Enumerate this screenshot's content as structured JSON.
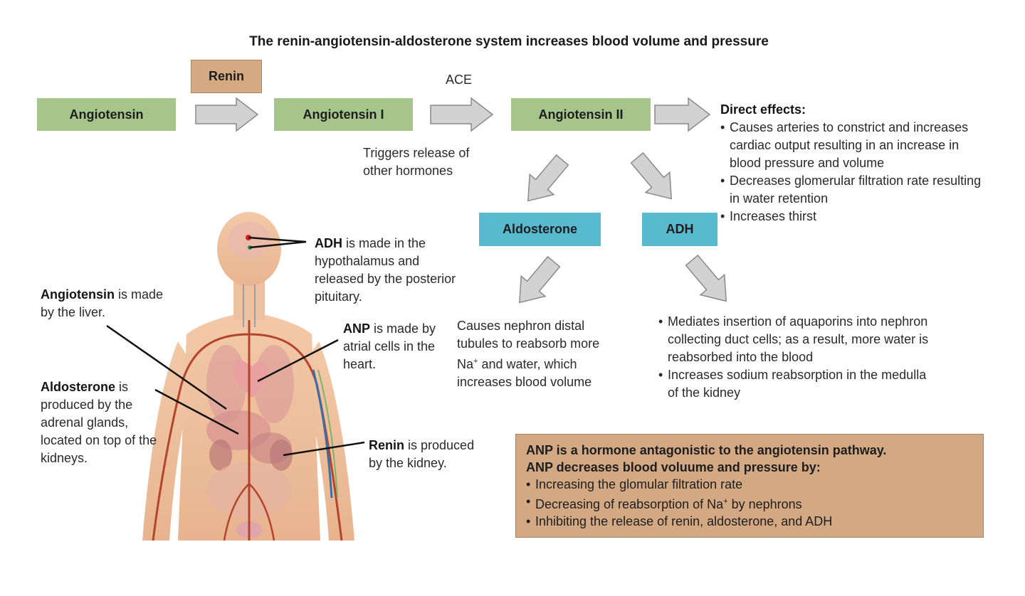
{
  "title": "The renin-angiotensin-aldosterone system increases blood volume and pressure",
  "pathway": {
    "angiotensin": "Angiotensin",
    "renin": "Renin",
    "angiotensin_i": "Angiotensin I",
    "ace": "ACE",
    "angiotensin_ii": "Angiotensin II",
    "triggers": [
      "Triggers release of",
      "other hormones"
    ],
    "aldosterone": "Aldosterone",
    "adh": "ADH"
  },
  "direct_effects": {
    "heading": "Direct effects:",
    "items": [
      "Causes arteries to constrict and increases cardiac output resulting in an increase in blood pressure and volume",
      "Decreases glomerular filtration rate resulting in water retention",
      "Increases thirst"
    ]
  },
  "aldosterone_effect": [
    "Causes nephron distal",
    "tubules to reabsorb more",
    "Na",
    "+",
    " and water, which",
    "increases blood volume"
  ],
  "adh_effects": [
    "Mediates insertion of aquaporins into nephron collecting duct cells; as a result, more water is reabsorbed into the blood",
    "Increases sodium reabsorption in the medulla of the kidney"
  ],
  "body_labels": {
    "adh": {
      "bold": "ADH",
      "rest": " is made in the hypothalamus and released by the posterior pituitary."
    },
    "angiotensin": {
      "bold": "Angiotensin",
      "rest": " is made by the liver."
    },
    "anp": {
      "bold": "ANP",
      "rest": " is made by atrial cells in the heart."
    },
    "aldosterone": {
      "bold": "Aldosterone",
      "rest": " is produced by the adrenal glands, located on top of the kidneys."
    },
    "renin": {
      "bold": "Renin",
      "rest": " is produced by the kidney."
    }
  },
  "anp_box": {
    "heading1": "ANP is a hormone antagonistic to the angiotensin pathway.",
    "heading2": "ANP decreases blood voluume and pressure by:",
    "items": [
      "Increasing the glomular filtration rate",
      "Decreasing of reabsorption of Na",
      "Inhibiting the release of renin, aldosterone, and ADH"
    ],
    "na_sup": "+",
    "na_suffix": " by nephrons"
  },
  "colors": {
    "green_box": "#a6c58a",
    "blue_box": "#58b9cf",
    "tan_box": "#d5aa83",
    "arrow_fill": "#d2d2d2",
    "arrow_stroke": "#8a8a8a"
  }
}
